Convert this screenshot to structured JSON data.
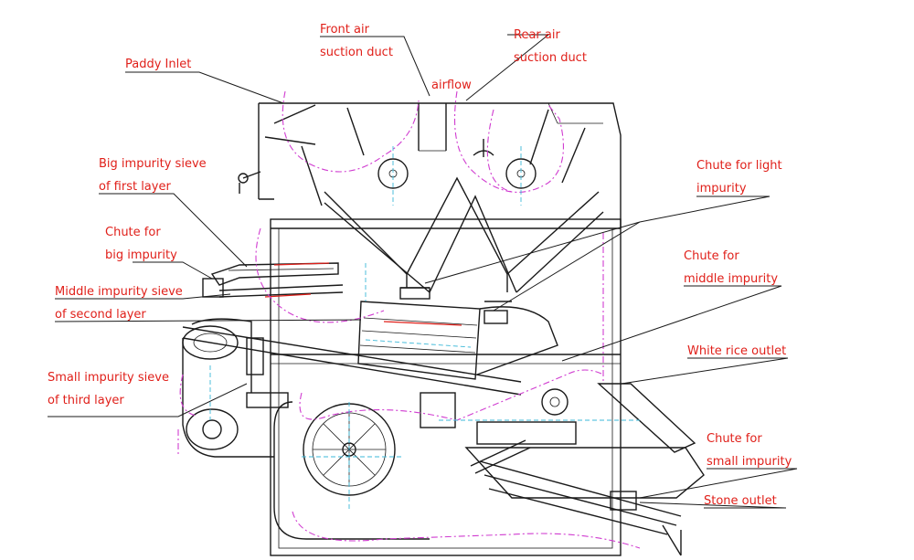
{
  "labels": {
    "paddy_inlet": "Paddy Inlet",
    "front_air_1": "Front air",
    "front_air_2": "suction duct",
    "rear_air_1": "Rear air",
    "rear_air_2": "suction duct",
    "airflow": "airflow",
    "big_sieve_1": "Big impurity sieve",
    "big_sieve_2": "of first layer",
    "chute_big_1": "Chute for",
    "chute_big_2": "big impurity",
    "middle_sieve_1": "Middle impurity sieve",
    "middle_sieve_2": "of second layer",
    "small_sieve_1": "Small impurity sieve",
    "small_sieve_2": "of third layer",
    "chute_light_1": "Chute for light",
    "chute_light_2": "impurity",
    "chute_middle_1": "Chute for",
    "chute_middle_2": "middle impurity",
    "white_rice": "White rice outlet",
    "chute_small_1": "Chute for",
    "chute_small_2": "small impurity",
    "stone_outlet": "Stone outlet"
  },
  "colors": {
    "label_text": "#e0201a",
    "machine_lines": "#1a1a1a",
    "airflow_path": "#d03cd0",
    "center_lines": "#3bb8d8"
  }
}
